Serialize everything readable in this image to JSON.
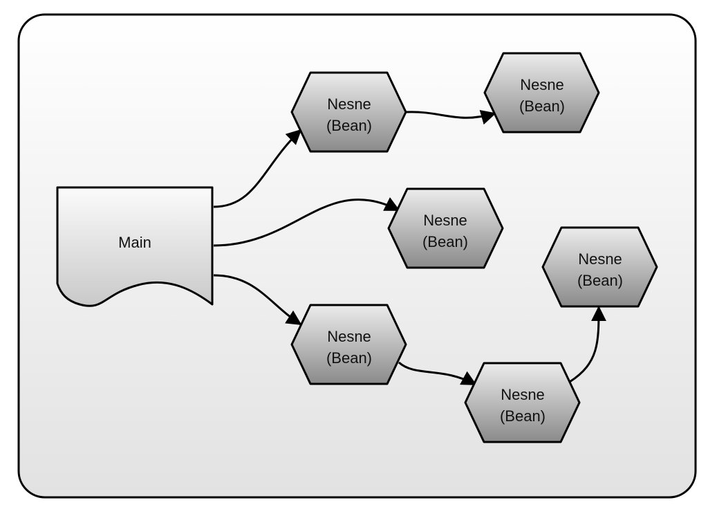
{
  "diagram": {
    "main_label": "Main",
    "nodes": [
      {
        "line1": "Nesne",
        "line2": "(Bean)"
      },
      {
        "line1": "Nesne",
        "line2": "(Bean)"
      },
      {
        "line1": "Nesne",
        "line2": "(Bean)"
      },
      {
        "line1": "Nesne",
        "line2": "(Bean)"
      },
      {
        "line1": "Nesne",
        "line2": "(Bean)"
      },
      {
        "line1": "Nesne",
        "line2": "(Bean)"
      }
    ],
    "connections": [
      {
        "from": "main",
        "to": "node-0"
      },
      {
        "from": "main",
        "to": "node-2"
      },
      {
        "from": "main",
        "to": "node-3"
      },
      {
        "from": "node-0",
        "to": "node-1"
      },
      {
        "from": "node-3",
        "to": "node-4"
      },
      {
        "from": "node-4",
        "to": "node-5"
      }
    ]
  }
}
